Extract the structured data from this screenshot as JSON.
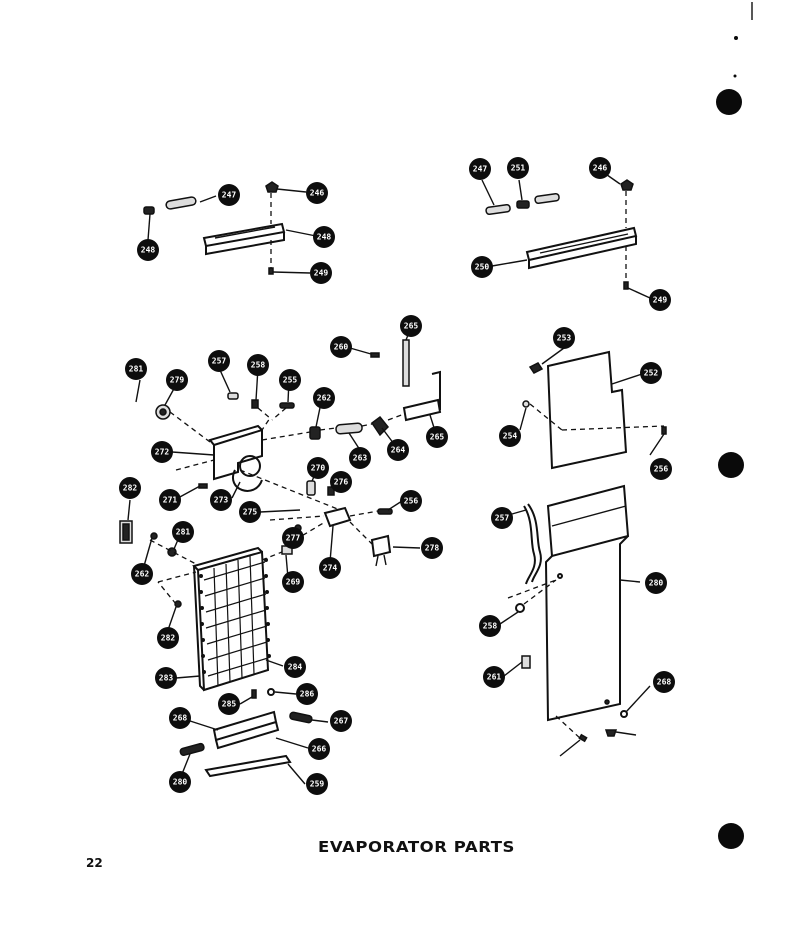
{
  "page": {
    "title": "EVAPORATOR PARTS",
    "page_number": "22"
  },
  "callouts": [
    "248",
    "247",
    "246",
    "248",
    "249",
    "247",
    "251",
    "246",
    "250",
    "249",
    "281",
    "279",
    "257",
    "258",
    "255",
    "262",
    "260",
    "265",
    "263",
    "264",
    "265",
    "253",
    "252",
    "254",
    "256",
    "272",
    "270",
    "276",
    "271",
    "273",
    "275",
    "277",
    "256",
    "278",
    "282",
    "281",
    "262",
    "269",
    "274",
    "282",
    "283",
    "284",
    "285",
    "286",
    "268",
    "267",
    "266",
    "280",
    "259",
    "257",
    "280",
    "258",
    "261",
    "268"
  ]
}
